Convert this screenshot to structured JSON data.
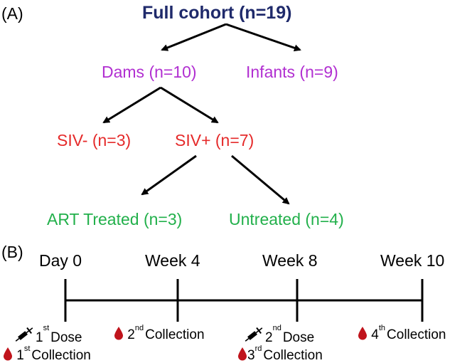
{
  "panels": {
    "a": "(A)",
    "b": "(B)"
  },
  "tree": {
    "root": "Full cohort (n=19)",
    "level1": [
      "Dams (n=10)",
      "Infants (n=9)"
    ],
    "level2": [
      "SIV- (n=3)",
      "SIV+ (n=7)"
    ],
    "level3": [
      "ART Treated (n=3)",
      "Untreated (n=4)"
    ]
  },
  "timeline": {
    "ticks": [
      "Day 0",
      "Week 4",
      "Week 8",
      "Week 10"
    ],
    "events": [
      {
        "icon": "syringe",
        "ord": "1",
        "sup": "st",
        "text": "Dose"
      },
      {
        "icon": "blood-drop",
        "ord": "1",
        "sup": "st",
        "text": "Collection"
      },
      {
        "icon": "blood-drop",
        "ord": "2",
        "sup": "nd",
        "text": "Collection"
      },
      {
        "icon": "syringe",
        "ord": "2",
        "sup": "nd",
        "text": "Dose"
      },
      {
        "icon": "blood-drop",
        "ord": "3",
        "sup": "rd",
        "text": "Collection"
      },
      {
        "icon": "blood-drop",
        "ord": "4",
        "sup": "th",
        "text": "Collection"
      }
    ]
  },
  "colors": {
    "root": "#1f2a6b",
    "level1": "#b12fd1",
    "level2": "#e52a2a",
    "level3": "#22b04b",
    "drop": "#c0141c",
    "line": "#000000"
  }
}
